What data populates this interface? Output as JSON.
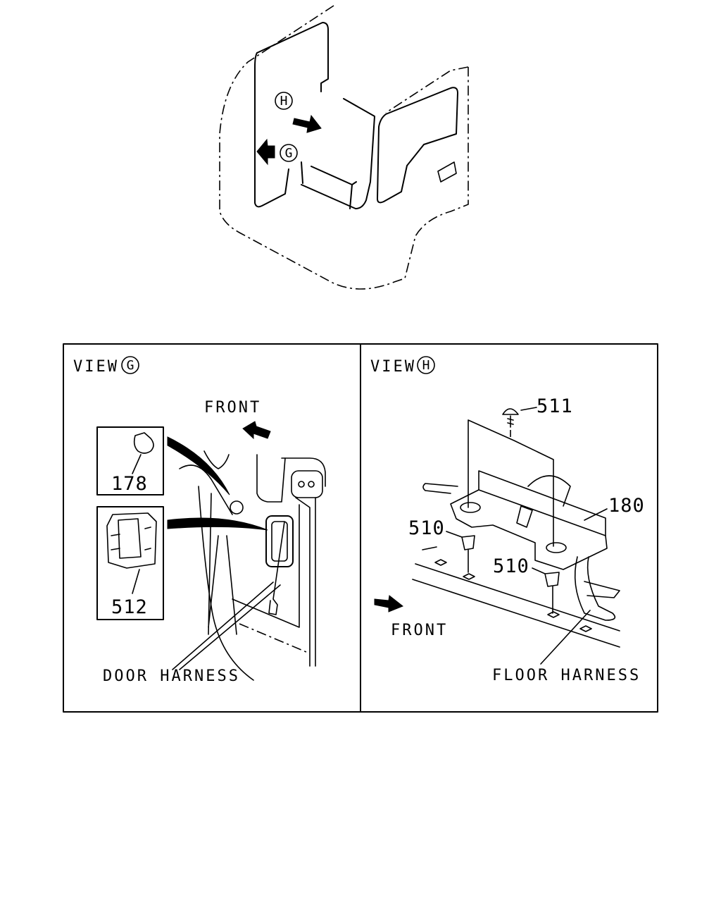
{
  "cab_view": {
    "callout_h": "H",
    "callout_g": "G"
  },
  "view_g": {
    "title": "VIEW",
    "circle": "G",
    "front_label": "FRONT",
    "part_178": "178",
    "part_512": "512",
    "harness_label": "DOOR HARNESS"
  },
  "view_h": {
    "title": "VIEW",
    "circle": "H",
    "front_label": "FRONT",
    "part_511": "511",
    "part_180": "180",
    "part_510_a": "510",
    "part_510_b": "510",
    "harness_label": "FLOOR HARNESS"
  }
}
